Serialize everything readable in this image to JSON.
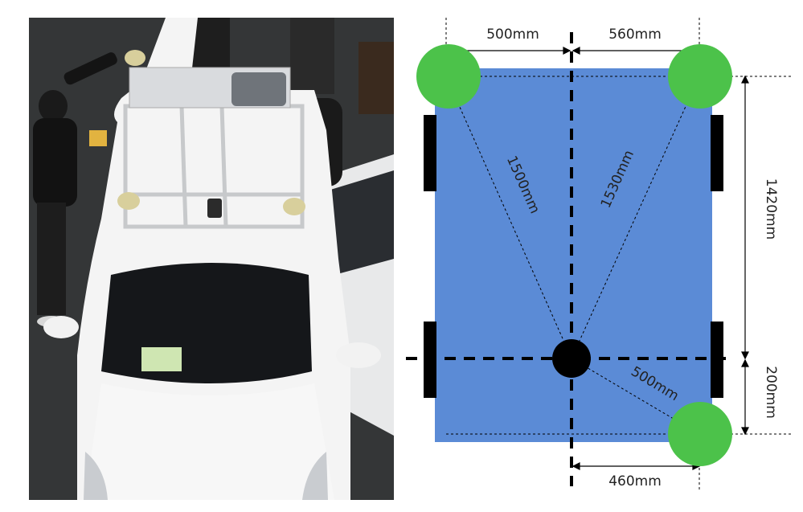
{
  "photo": {
    "description_icon": "car-photo-icon"
  },
  "diagram": {
    "colors": {
      "body": "#5b8bd6",
      "antenna": "#4cc24a",
      "center": "#000000",
      "wheel": "#000000",
      "axis": "#000000",
      "line": "#000000"
    },
    "labels": {
      "top_left": "500mm",
      "top_right": "560mm",
      "diag_left": "1500mm",
      "diag_right": "1530mm",
      "right_vertical": "1420mm",
      "right_lower": "200mm",
      "diag_lower": "500mm",
      "bottom": "460mm"
    }
  }
}
